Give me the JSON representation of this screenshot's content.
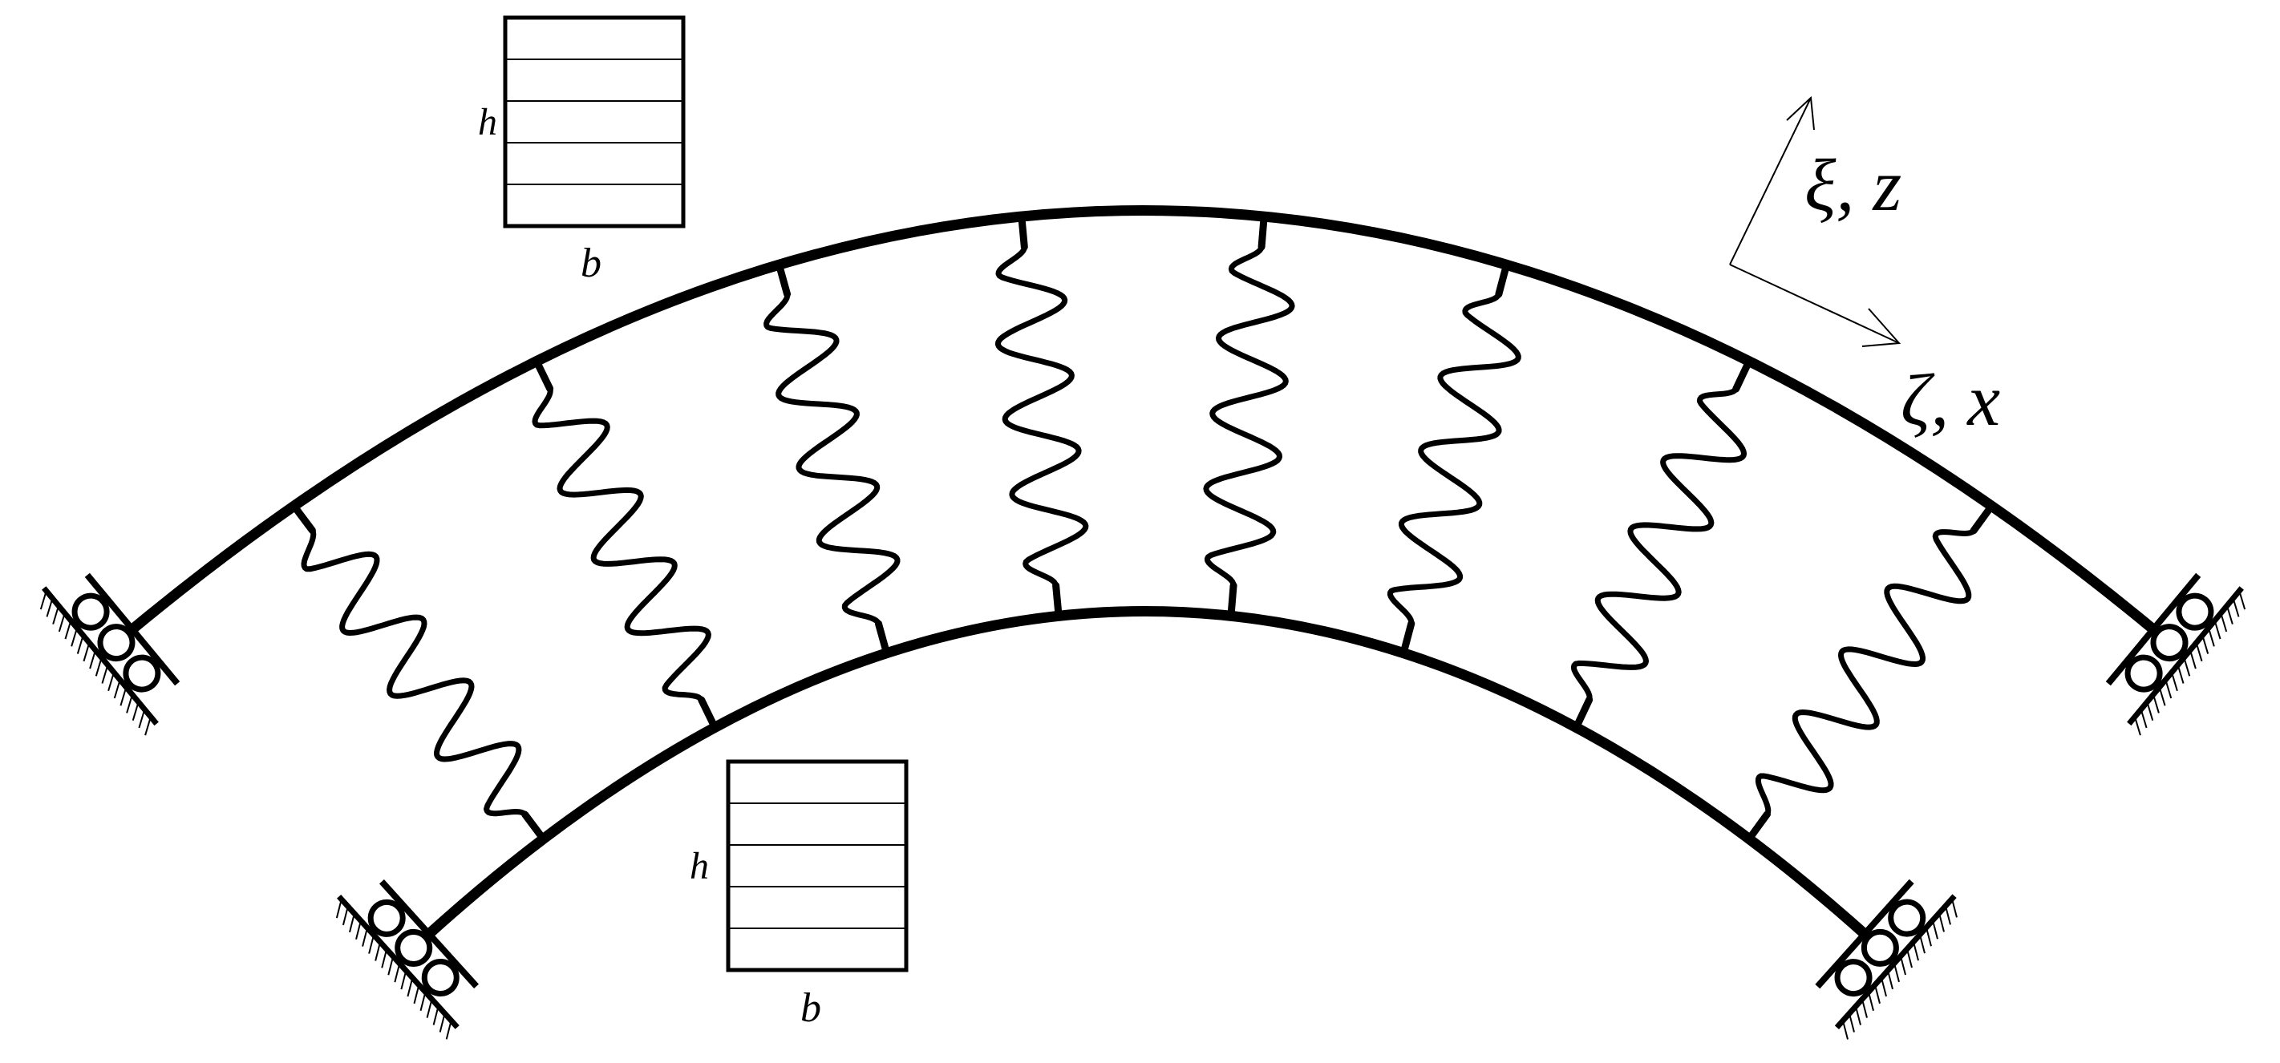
{
  "figure": {
    "description_type": "curved beams connected by springs on roller supports",
    "colors": {
      "ink": "#000000",
      "background": "#ffffff"
    }
  },
  "labels": {
    "top_section_height": "h",
    "top_section_width": "b",
    "bottom_section_height": "h",
    "bottom_section_width": "b",
    "axis_vertical": "ξ, z",
    "axis_horizontal": "ζ, x"
  },
  "cross_sections": [
    {
      "name": "upper-beam-section",
      "layers": 5
    },
    {
      "name": "lower-beam-section",
      "layers": 5
    }
  ],
  "springs": {
    "count": 8
  },
  "supports": {
    "count": 4,
    "type": "roller"
  }
}
